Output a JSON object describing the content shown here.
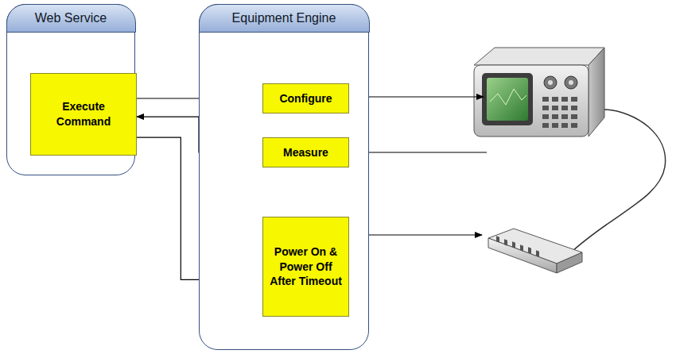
{
  "diagram": {
    "nodes": [
      {
        "text": [
          "Web Service"
        ]
      },
      {
        "text": [
          "Execute Command"
        ],
        "in": 0
      },
      {
        "text": [
          "Equipment Engine"
        ]
      },
      {
        "text": [
          "Configure"
        ],
        "in": 2
      },
      {
        "text": [
          "Measure"
        ],
        "in": 2
      },
      {
        "text": [
          "Power On & Power Off After Timeout"
        ],
        "in": 2
      }
    ],
    "edges": [
      {
        "from": 1,
        "to": 3,
        "arrow": "to"
      },
      {
        "from": 4,
        "to": 1,
        "arrow": "to"
      },
      {
        "from": 1,
        "to": 5,
        "arrow": "to"
      }
    ]
  }
}
